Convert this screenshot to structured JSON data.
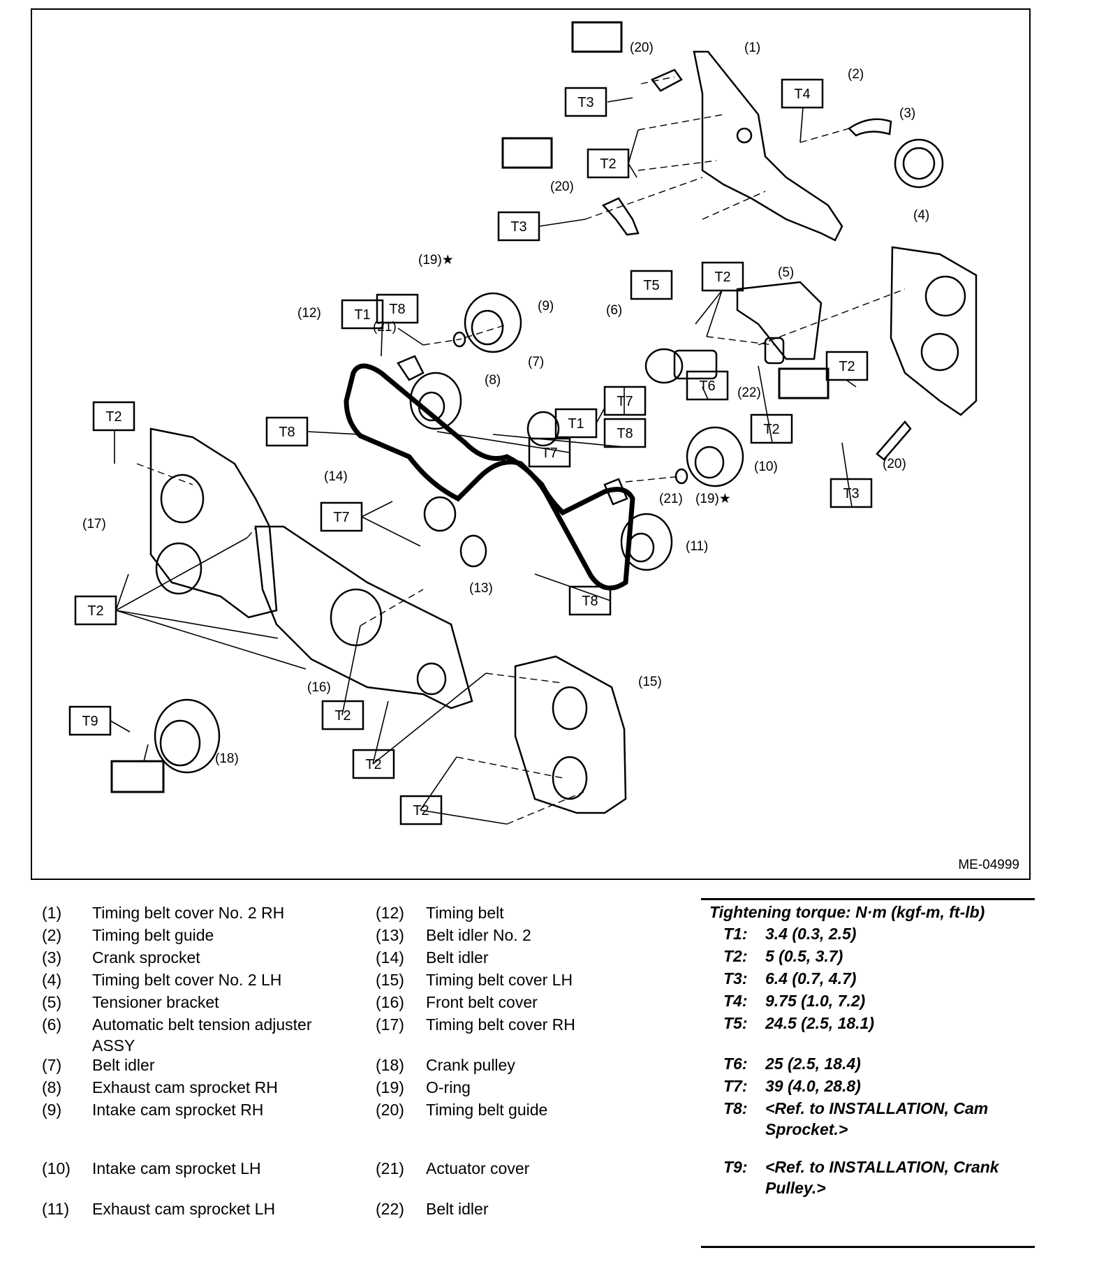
{
  "diagram_id": "ME-04999",
  "torque_tags": [
    "T1",
    "T2",
    "T3",
    "T4",
    "T5",
    "T6",
    "T7",
    "T8",
    "T9"
  ],
  "part_numbers": [
    "(1)",
    "(2)",
    "(3)",
    "(4)",
    "(5)",
    "(6)",
    "(7)",
    "(8)",
    "(9)",
    "(10)",
    "(11)",
    "(12)",
    "(13)",
    "(14)",
    "(15)",
    "(16)",
    "(17)",
    "(18)",
    "(19)",
    "(20)",
    "(21)",
    "(22)"
  ],
  "legend": [
    {
      "num": "(1)",
      "label": "Timing belt cover No. 2 RH"
    },
    {
      "num": "(2)",
      "label": "Timing belt guide"
    },
    {
      "num": "(3)",
      "label": "Crank sprocket"
    },
    {
      "num": "(4)",
      "label": "Timing belt cover No. 2 LH"
    },
    {
      "num": "(5)",
      "label": "Tensioner bracket"
    },
    {
      "num": "(6)",
      "label": "Automatic belt tension adjuster ASSY"
    },
    {
      "num": "(7)",
      "label": "Belt idler"
    },
    {
      "num": "(8)",
      "label": "Exhaust cam sprocket RH"
    },
    {
      "num": "(9)",
      "label": "Intake cam sprocket RH"
    },
    {
      "num": "(10)",
      "label": "Intake cam sprocket LH"
    },
    {
      "num": "(11)",
      "label": "Exhaust cam sprocket LH"
    },
    {
      "num": "(12)",
      "label": "Timing belt"
    },
    {
      "num": "(13)",
      "label": "Belt idler No. 2"
    },
    {
      "num": "(14)",
      "label": "Belt idler"
    },
    {
      "num": "(15)",
      "label": "Timing belt cover LH"
    },
    {
      "num": "(16)",
      "label": "Front belt cover"
    },
    {
      "num": "(17)",
      "label": "Timing belt cover RH"
    },
    {
      "num": "(18)",
      "label": "Crank pulley"
    },
    {
      "num": "(19)",
      "label": "O-ring"
    },
    {
      "num": "(20)",
      "label": "Timing belt guide"
    },
    {
      "num": "(21)",
      "label": "Actuator cover"
    },
    {
      "num": "(22)",
      "label": "Belt idler"
    }
  ],
  "torque": {
    "title": "Tightening torque: N·m (kgf-m, ft-lb)",
    "rows": [
      {
        "key": "T1:",
        "value": "3.4 (0.3, 2.5)"
      },
      {
        "key": "T2:",
        "value": "5 (0.5, 3.7)"
      },
      {
        "key": "T3:",
        "value": "6.4 (0.7, 4.7)"
      },
      {
        "key": "T4:",
        "value": "9.75 (1.0, 7.2)"
      },
      {
        "key": "T5:",
        "value": "24.5 (2.5, 18.1)"
      },
      {
        "key": "T6:",
        "value": "25 (2.5, 18.4)"
      },
      {
        "key": "T7:",
        "value": "39 (4.0, 28.8)"
      },
      {
        "key": "T8:",
        "value": "<Ref. to INSTALLATION, Cam Sprocket.>"
      },
      {
        "key": "T9:",
        "value": "<Ref. to INSTALLATION, Crank Pulley.>"
      }
    ]
  }
}
